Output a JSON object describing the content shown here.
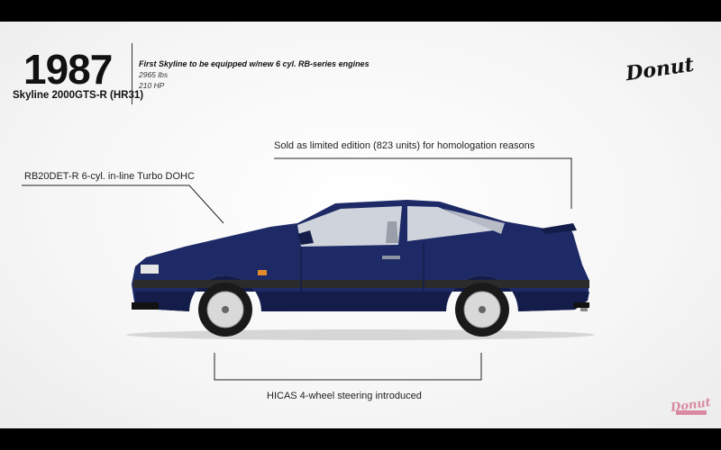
{
  "header": {
    "year": "1987",
    "model": "Skyline 2000GTS-R (HR31)",
    "headline": "First Skyline to be equipped w/new 6 cyl. RB-series engines",
    "weight": "2965 lbs",
    "power": "210 HP"
  },
  "annotations": {
    "engine": "RB20DET-R 6-cyl. in-line Turbo DOHC",
    "limited": "Sold as limited edition (823 units) for homologation reasons",
    "steering": "HICAS 4-wheel steering introduced"
  },
  "logo": {
    "text": "Donut"
  },
  "colors": {
    "car_body": "#1d2a66",
    "car_body_dark": "#141d4a",
    "trim": "#2b2b2b",
    "background": "#f6f6f6"
  }
}
